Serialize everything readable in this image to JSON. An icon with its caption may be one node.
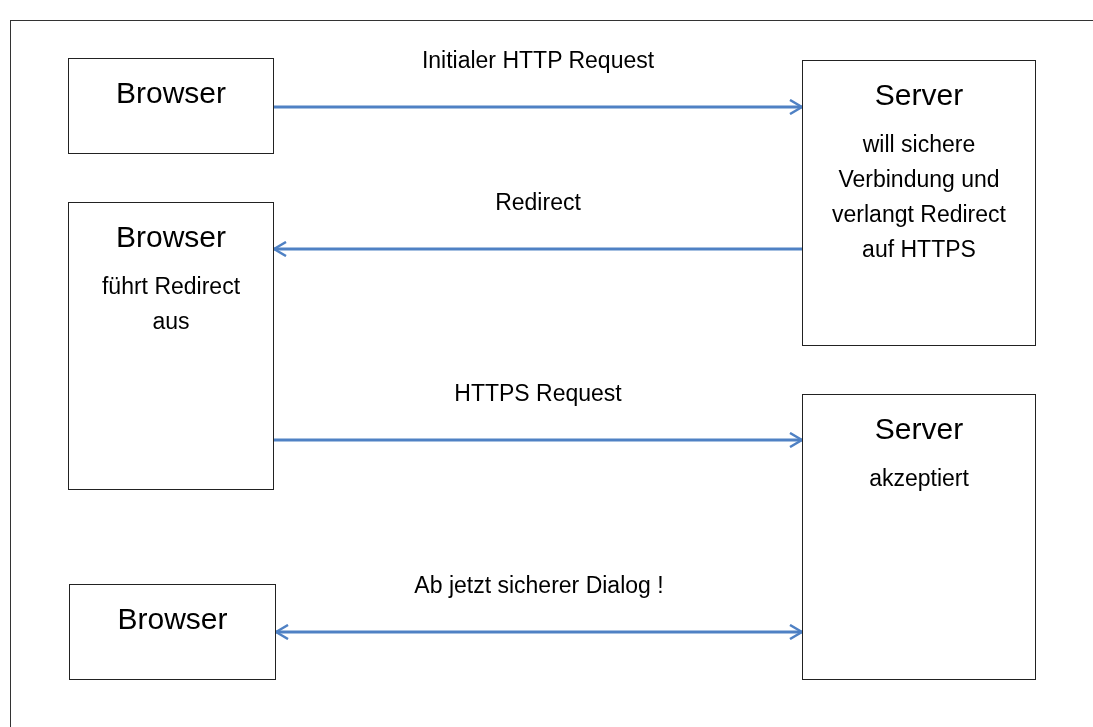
{
  "diagram": {
    "nodes": [
      {
        "text": [
          "Browser"
        ]
      },
      {
        "text": [
          "Server",
          "will sichere Verbindung und verlangt Redirect auf HTTPS"
        ]
      },
      {
        "text": [
          "Browser",
          "führt Redirect aus"
        ]
      },
      {
        "text": [
          "Server",
          "akzeptiert"
        ]
      },
      {
        "text": [
          "Browser"
        ]
      }
    ],
    "edges": [
      {
        "from": 0,
        "to": 1,
        "arrow": "to",
        "label": "Initialer HTTP Request"
      },
      {
        "from": 1,
        "to": 2,
        "arrow": "to",
        "label": "Redirect"
      },
      {
        "from": 2,
        "to": 3,
        "arrow": "to",
        "label": "HTTPS Request"
      },
      {
        "from": 4,
        "to": 3,
        "arrow": "both",
        "label": "Ab jetzt sicherer Dialog !"
      }
    ]
  }
}
